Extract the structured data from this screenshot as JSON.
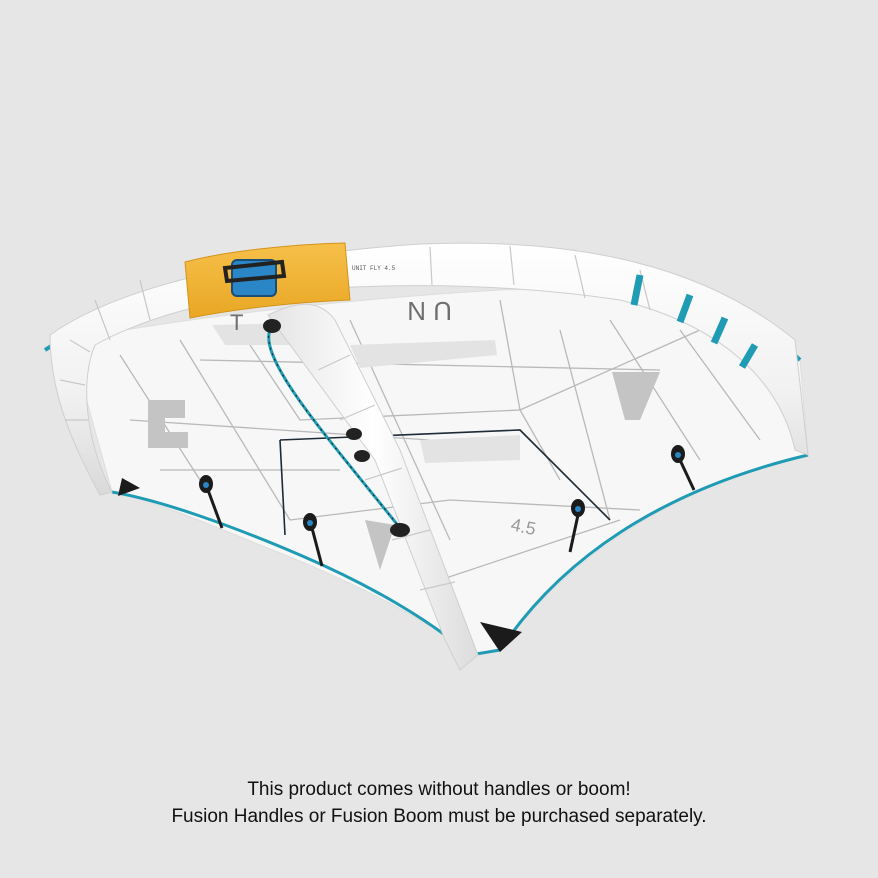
{
  "image": {
    "subject": "wing",
    "colors": {
      "background": "#e6e6e6",
      "canopy": "#f7f7f7",
      "strut": "#ffffff",
      "accent_teal": "#1f9bb4",
      "yellow_band": "#f3b532",
      "handle_blue": "#2a86c6",
      "dark": "#1b1b1b",
      "panel_lines": "#b9b9b9"
    }
  },
  "caption": {
    "line1": "This product comes without handles or boom!",
    "line2": "Fusion Handles or Fusion Boom must be purchased separately."
  }
}
